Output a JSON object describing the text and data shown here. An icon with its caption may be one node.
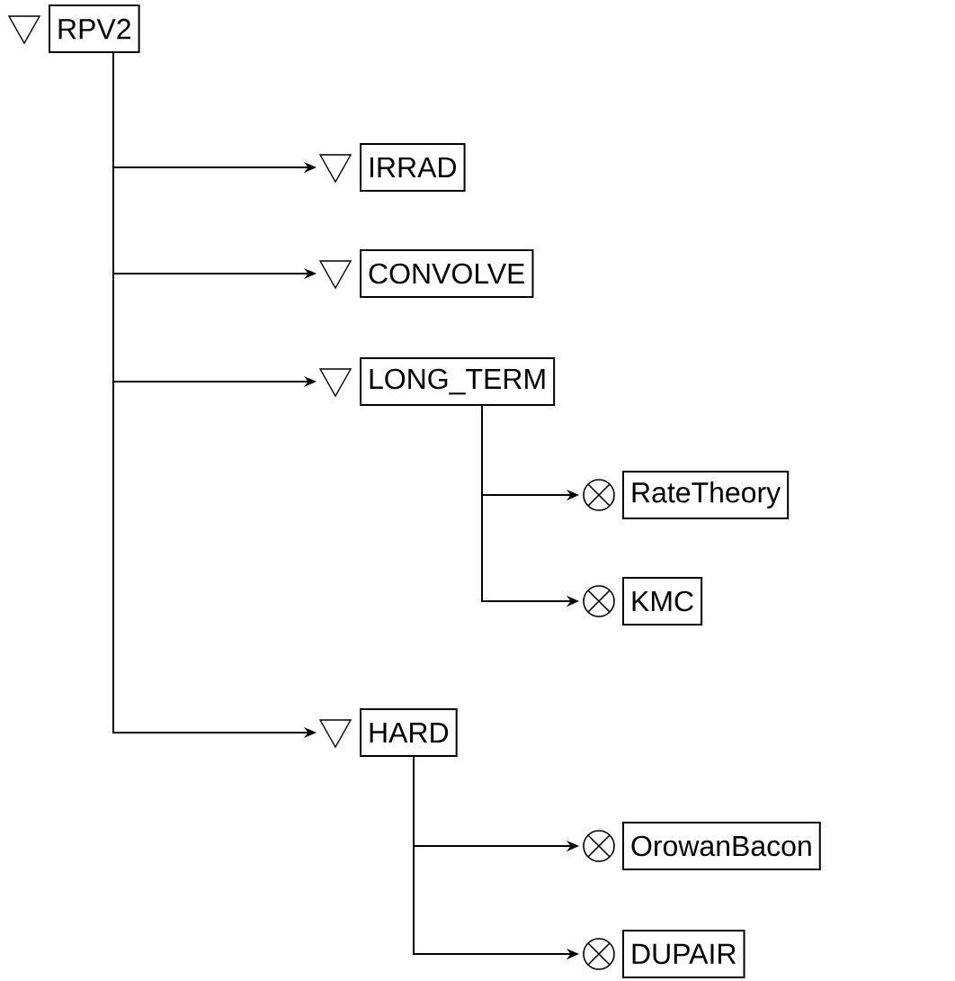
{
  "diagram": {
    "nodes": [
      {
        "text": [
          "RPV2"
        ]
      },
      {
        "text": [
          "IRRAD"
        ]
      },
      {
        "text": [
          "CONVOLVE"
        ]
      },
      {
        "text": [
          "LONG_TERM"
        ]
      },
      {
        "text": [
          "RateTheory"
        ]
      },
      {
        "text": [
          "KMC"
        ]
      },
      {
        "text": [
          "HARD"
        ]
      },
      {
        "text": [
          "OrowanBacon"
        ]
      },
      {
        "text": [
          "DUPAIR"
        ]
      }
    ],
    "edges": [
      {
        "from": 0,
        "to": 1,
        "arrow": "to"
      },
      {
        "from": 0,
        "to": 2,
        "arrow": "to"
      },
      {
        "from": 0,
        "to": 3,
        "arrow": "to"
      },
      {
        "from": 3,
        "to": 4,
        "arrow": "to"
      },
      {
        "from": 3,
        "to": 5,
        "arrow": "to"
      },
      {
        "from": 0,
        "to": 6,
        "arrow": "to"
      },
      {
        "from": 6,
        "to": 7,
        "arrow": "to"
      },
      {
        "from": 6,
        "to": 8,
        "arrow": "to"
      }
    ]
  }
}
